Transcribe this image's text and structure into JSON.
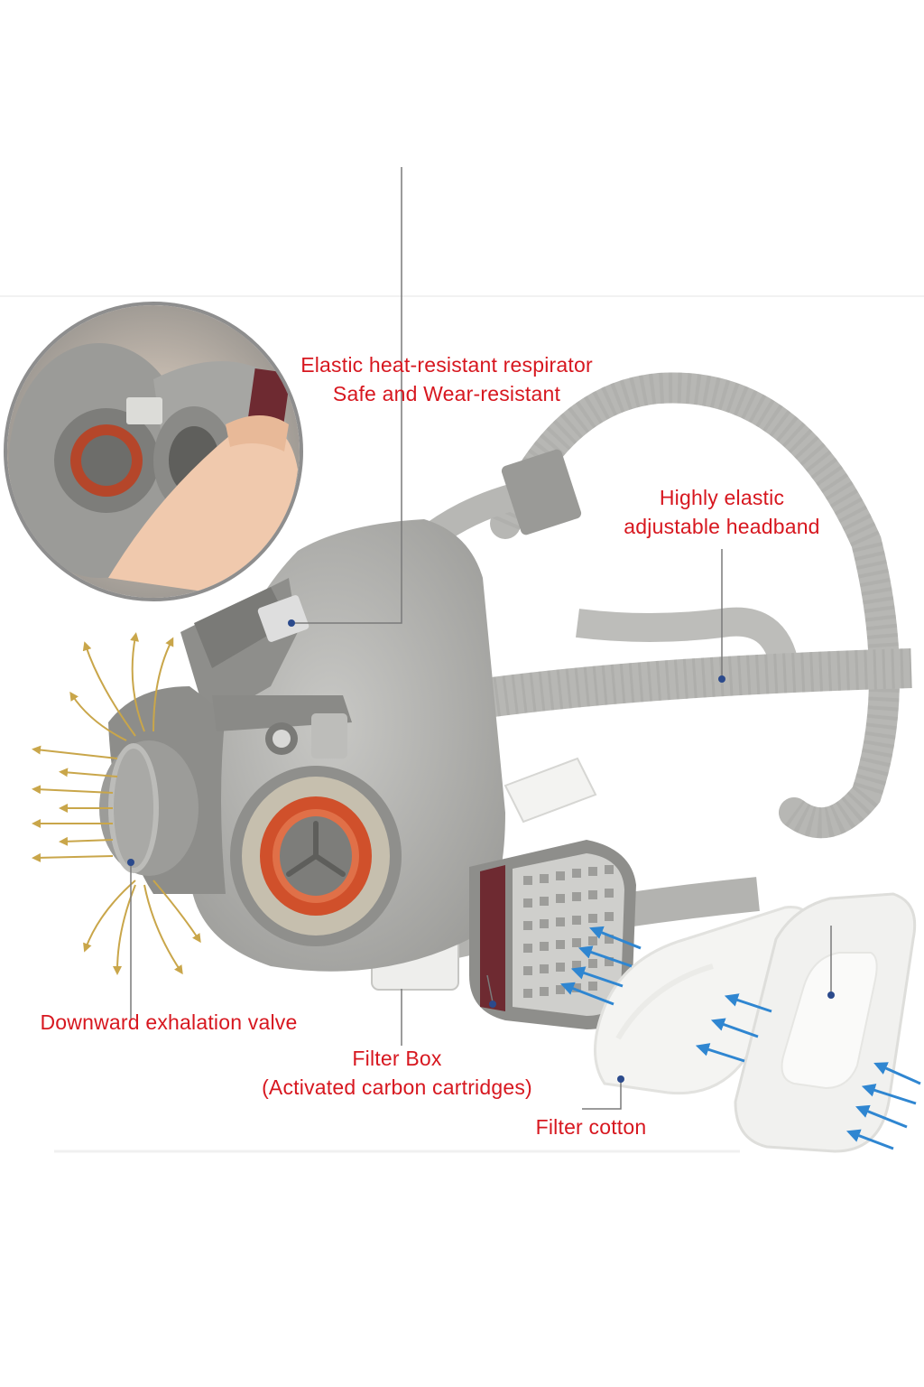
{
  "labels": {
    "respirator": {
      "line1": "Elastic heat-resistant respirator",
      "line2": "Safe and Wear-resistant"
    },
    "headband": {
      "line1": "Highly elastic",
      "line2": "adjustable headband"
    },
    "exhalation_valve": {
      "text": "Downward exhalation valve"
    },
    "filter_box": {
      "line1": "Filter Box",
      "line2": "(Activated carbon cartridges)"
    },
    "filter_cotton": {
      "text": "Filter cotton"
    }
  },
  "colors": {
    "label_text": "#d7171f",
    "leader_line": "#7a7a7a",
    "leader_dot": "#2b4a8c",
    "exhale_arrow": "#c9a64a",
    "inhale_arrow": "#2f86d1",
    "mask_body": "#a9a9a6",
    "mask_dark": "#8c8c89",
    "strap": "#b7b7b4",
    "valve_ring": "#d0502b",
    "cartridge_rim": "#7a2b33",
    "background": "#ffffff"
  }
}
